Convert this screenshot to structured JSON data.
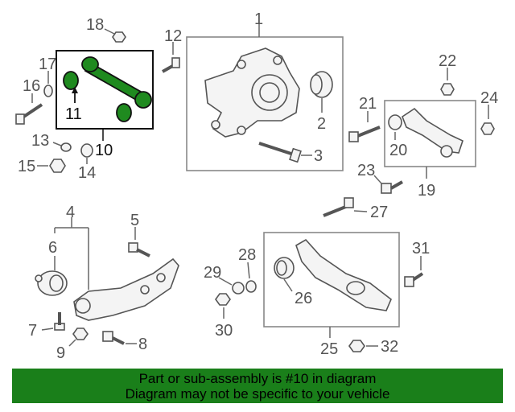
{
  "callouts": {
    "c1": "1",
    "c2": "2",
    "c3": "3",
    "c4": "4",
    "c5": "5",
    "c6": "6",
    "c7": "7",
    "c8": "8",
    "c9": "9",
    "c10": "10",
    "c11": "11",
    "c12": "12",
    "c13": "13",
    "c14": "14",
    "c15": "15",
    "c16": "16",
    "c17": "17",
    "c18": "18",
    "c19": "19",
    "c20": "20",
    "c21": "21",
    "c22": "22",
    "c23": "23",
    "c24": "24",
    "c25": "25",
    "c26": "26",
    "c27": "27",
    "c28": "28",
    "c29": "29",
    "c30": "30",
    "c31": "31",
    "c32": "32"
  },
  "highlight_color": "#1a7f1a",
  "banner": {
    "line1": "Part or sub-assembly is #10 in diagram",
    "line2": "Diagram may not be specific to your vehicle"
  }
}
